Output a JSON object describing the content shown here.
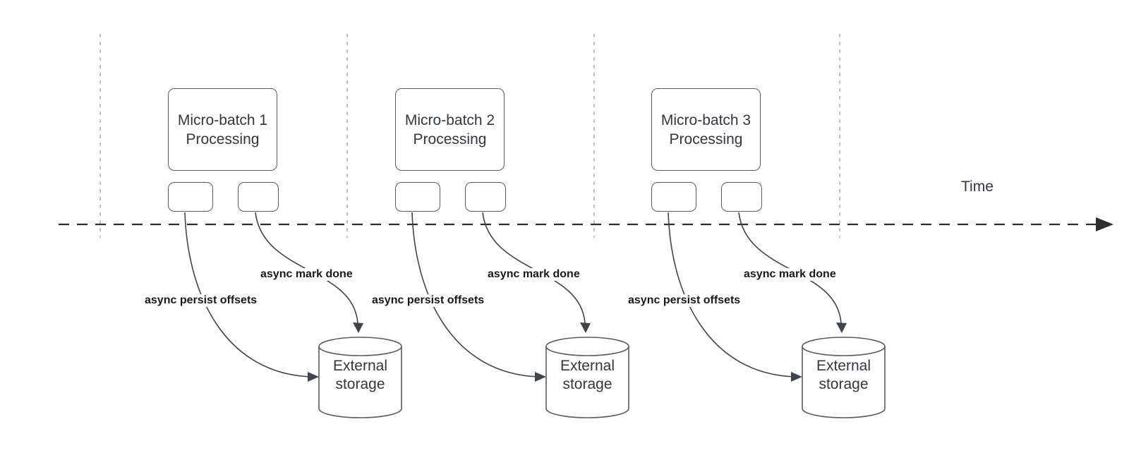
{
  "axis": {
    "time_label": "Time"
  },
  "groups": [
    {
      "box_label": "Micro-batch 1\nProcessing",
      "persist_label": "async persist offsets",
      "done_label": "async mark done",
      "storage_label": "External\nstorage"
    },
    {
      "box_label": "Micro-batch 2\nProcessing",
      "persist_label": "async persist offsets",
      "done_label": "async mark done",
      "storage_label": "External\nstorage"
    },
    {
      "box_label": "Micro-batch 3\nProcessing",
      "persist_label": "async persist offsets",
      "done_label": "async mark done",
      "storage_label": "External\nstorage"
    }
  ],
  "colors": {
    "axis": "#2d2d2d",
    "guide": "#b2b2b2",
    "shape_border": "#585d64",
    "arrow": "#3e454f",
    "node_text": "#32383f",
    "label_text": "#17191d"
  }
}
